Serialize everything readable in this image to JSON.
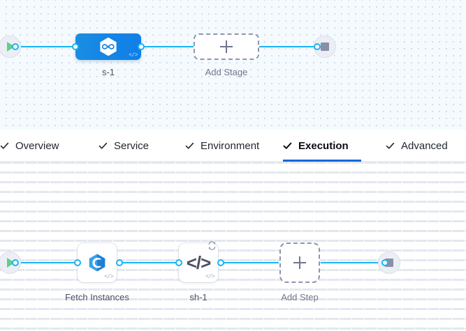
{
  "app": {
    "accent_blue": "#18b4f4",
    "stage_blue": "#1585e6",
    "tab_active_color": "#0a68d8",
    "dashed_border_color": "#8f94ad",
    "start_icon_color": "#5ed08a",
    "stop_icon_color": "#8b8fa3"
  },
  "stage_canvas": {
    "name": "pipeline-stage-canvas",
    "start_node": {
      "icon": "play-icon",
      "label": ""
    },
    "end_node": {
      "icon": "stop-square-icon",
      "label": ""
    },
    "nodes": [
      {
        "label": "s-1",
        "type": "stage",
        "icon": "hexagon-infinity-icon",
        "badge": "code-icon",
        "badge_text": "</>"
      }
    ],
    "add_placeholder": {
      "label": "Add Stage",
      "icon": "plus-icon"
    }
  },
  "tabs": {
    "name": "stage-config-tabs",
    "items": [
      {
        "label": "Overview",
        "icon": "check-icon",
        "active": false
      },
      {
        "label": "Service",
        "icon": "check-icon",
        "active": false
      },
      {
        "label": "Environment",
        "icon": "check-icon",
        "active": false
      },
      {
        "label": "Execution",
        "icon": "check-icon",
        "active": true
      },
      {
        "label": "Advanced",
        "icon": "check-icon",
        "active": false
      }
    ]
  },
  "step_canvas": {
    "name": "execution-step-canvas",
    "start_node": {
      "icon": "play-icon",
      "label": ""
    },
    "end_node": {
      "icon": "stop-square-icon",
      "label": ""
    },
    "nodes": [
      {
        "label": "Fetch Instances",
        "type": "step",
        "icon": "hexagon-swirl-icon",
        "badge_text": "</>"
      },
      {
        "label": "sh-1",
        "type": "step",
        "icon": "code-brackets-icon",
        "glyph_text": "</>",
        "badge_text": "</>",
        "loop_badge": "loop-arrows-icon"
      }
    ],
    "add_placeholder": {
      "label": "Add Step",
      "icon": "plus-icon"
    }
  }
}
